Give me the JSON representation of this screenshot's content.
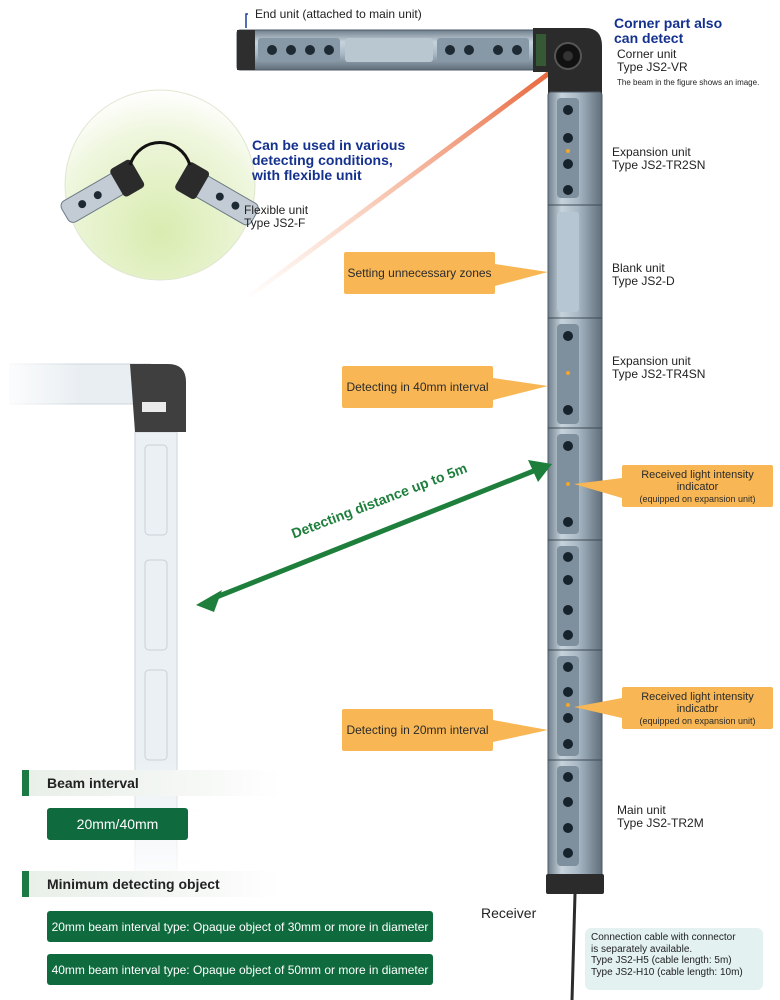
{
  "labels": {
    "end_unit": "End unit (attached to main unit)",
    "corner_heading": [
      "Corner part also",
      "can detect"
    ],
    "corner_unit": [
      "Corner unit",
      "Type JS2-VR"
    ],
    "beam_note": "The beam in the figure shows an image.",
    "flexible_heading": [
      "Can be used in various",
      "detecting conditions,",
      "with flexible unit"
    ],
    "flexible_unit": [
      "Flexible unit",
      "Type JS2-F"
    ],
    "expansion_unit_1": [
      "Expansion unit",
      "Type JS2-TR2SN"
    ],
    "blank_unit": [
      "Blank unit",
      "Type JS2-D"
    ],
    "expansion_unit_2": [
      "Expansion unit",
      "Type JS2-TR4SN"
    ],
    "main_unit": [
      "Main unit",
      "Type JS2-TR2M"
    ],
    "receiver": "Receiver",
    "distance": "Detecting distance up to 5m"
  },
  "callouts": {
    "unnecessary_zones": "Setting unnecessary zones",
    "interval_40": "Detecting in 40mm interval",
    "interval_20": "Detecting in 20mm interval",
    "indicator_1": [
      "Received light intensity indicator",
      "(equipped on expansion unit)"
    ],
    "indicator_2": [
      "Received light intensity indicatbr",
      "(equipped on expansion unit)"
    ]
  },
  "beam_interval": {
    "heading": "Beam interval",
    "value": "20mm/40mm"
  },
  "minimum_object": {
    "heading": "Minimum detecting object",
    "type_20": "20mm beam interval type: Opaque object of 30mm or more in diameter",
    "type_40": "40mm beam interval type: Opaque object of 50mm or more in diameter"
  },
  "cable_note": [
    "Connection cable with connector",
    "is separately available.",
    "Type JS2-H5 (cable length: 5m)",
    "Type JS2-H10 (cable length: 10m)"
  ],
  "colors": {
    "callout": "#f8b754",
    "heading_blue": "#14318e",
    "green": "#0f6a3e",
    "arrow_green": "#1e7f3c",
    "sensor_body": "#9fb0bd",
    "corner_dark": "#2a2a2a"
  }
}
